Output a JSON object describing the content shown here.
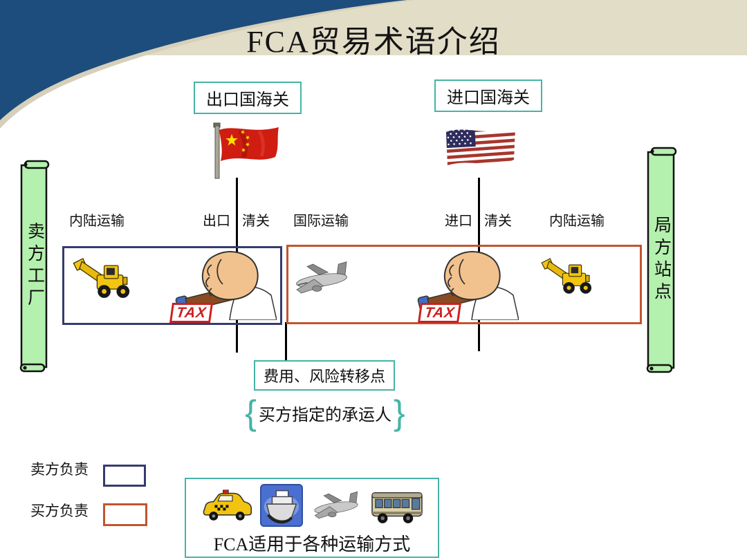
{
  "title": "FCA贸易术语介绍",
  "customs": {
    "export": "出口国海关",
    "import": "进口国海关"
  },
  "stages": [
    "内陆运输",
    "出口",
    "清关",
    "国际运输",
    "进口",
    "清关",
    "内陆运输"
  ],
  "scrolls": {
    "seller": "卖方工厂",
    "buyer": "局方站点"
  },
  "transfer_point": "费用、风险转移点",
  "carrier": "买方指定的承运人",
  "braces": {
    "left": "{",
    "right": "}"
  },
  "tax_label": "TAX",
  "legend": {
    "seller": "卖方负责",
    "buyer": "买方负责"
  },
  "bottom_caption": "FCA适用于各种运输方式",
  "colors": {
    "swoosh_navy": "#1d4d7c",
    "band_beige": "#e2ddc7",
    "teal_border": "#45b4a5",
    "scroll_green": "#b4f0ae",
    "seller_border": "#343b6e",
    "buyer_border": "#c0552f",
    "tax_red": "#cc1f1f",
    "flag_china_red": "#cf1d12",
    "flag_star_yellow": "#ffde00",
    "loader_yellow": "#f2c512"
  },
  "icons": {
    "china_flag": "china-flag-icon",
    "us_flag": "us-flag-icon",
    "wheel_loader": "wheel-loader-icon",
    "tax_stamp_fist": "tax-stamp-fist-icon",
    "airplane": "airplane-icon",
    "taxi": "taxi-icon",
    "ship": "ship-icon",
    "bus": "bus-icon"
  }
}
